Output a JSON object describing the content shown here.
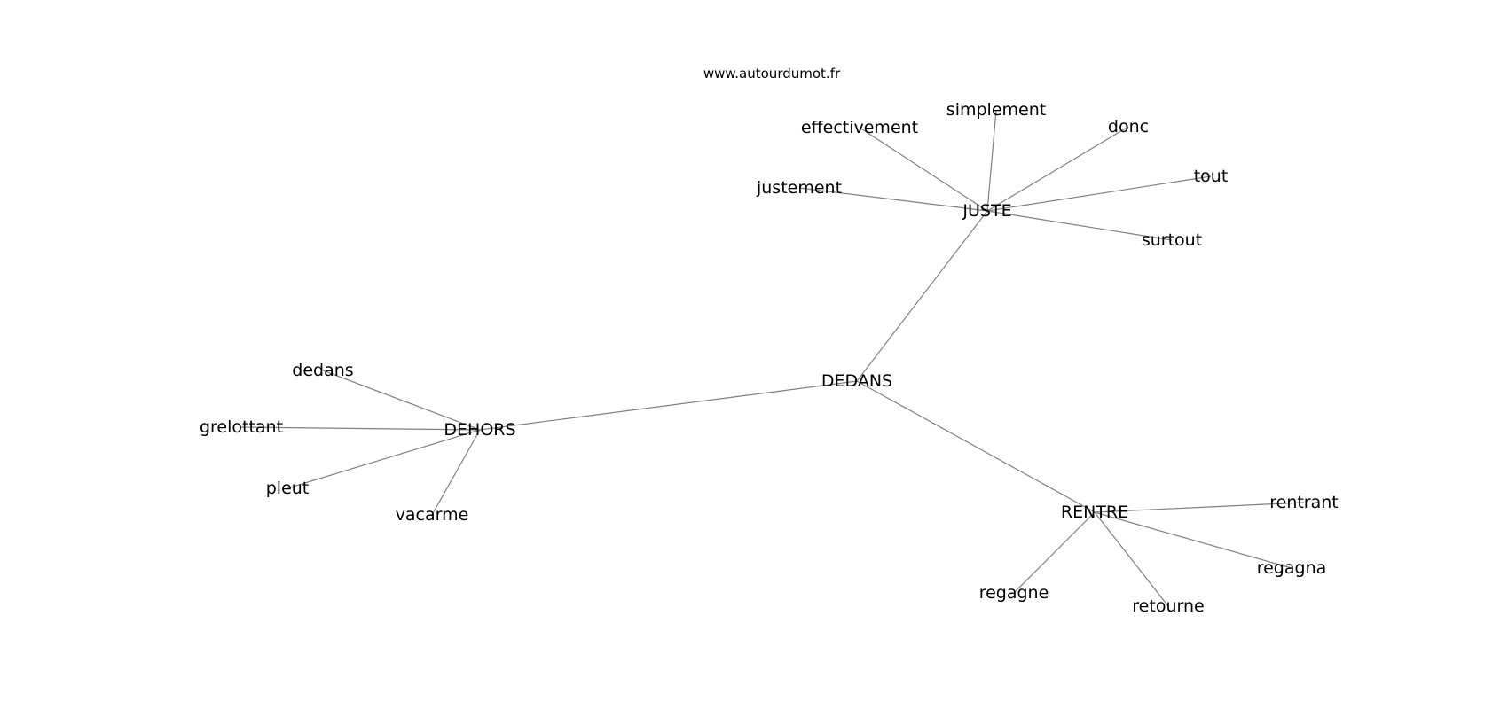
{
  "watermark": "www.autourdumot.fr",
  "colors": {
    "edge": "#808080",
    "label": "#000000",
    "background": "#ffffff"
  },
  "nodes": [
    {
      "id": "dedans_center",
      "label": "DEDANS"
    },
    {
      "id": "juste",
      "label": "JUSTE"
    },
    {
      "id": "dehors",
      "label": "DEHORS"
    },
    {
      "id": "rentre",
      "label": "RENTRE"
    },
    {
      "id": "simplement",
      "label": "simplement"
    },
    {
      "id": "effectivement",
      "label": "effectivement"
    },
    {
      "id": "donc",
      "label": "donc"
    },
    {
      "id": "tout",
      "label": "tout"
    },
    {
      "id": "justement",
      "label": "justement"
    },
    {
      "id": "surtout",
      "label": "surtout"
    },
    {
      "id": "dedans_leaf",
      "label": "dedans"
    },
    {
      "id": "grelottant",
      "label": "grelottant"
    },
    {
      "id": "pleut",
      "label": "pleut"
    },
    {
      "id": "vacarme",
      "label": "vacarme"
    },
    {
      "id": "rentrant",
      "label": "rentrant"
    },
    {
      "id": "regagna",
      "label": "regagna"
    },
    {
      "id": "regagne",
      "label": "regagne"
    },
    {
      "id": "retourne",
      "label": "retourne"
    }
  ],
  "edges": [
    [
      "dedans_center",
      "juste"
    ],
    [
      "dedans_center",
      "dehors"
    ],
    [
      "dedans_center",
      "rentre"
    ],
    [
      "juste",
      "simplement"
    ],
    [
      "juste",
      "effectivement"
    ],
    [
      "juste",
      "donc"
    ],
    [
      "juste",
      "tout"
    ],
    [
      "juste",
      "justement"
    ],
    [
      "juste",
      "surtout"
    ],
    [
      "dehors",
      "dedans_leaf"
    ],
    [
      "dehors",
      "grelottant"
    ],
    [
      "dehors",
      "pleut"
    ],
    [
      "dehors",
      "vacarme"
    ],
    [
      "rentre",
      "rentrant"
    ],
    [
      "rentre",
      "regagna"
    ],
    [
      "rentre",
      "regagne"
    ],
    [
      "rentre",
      "retourne"
    ]
  ]
}
